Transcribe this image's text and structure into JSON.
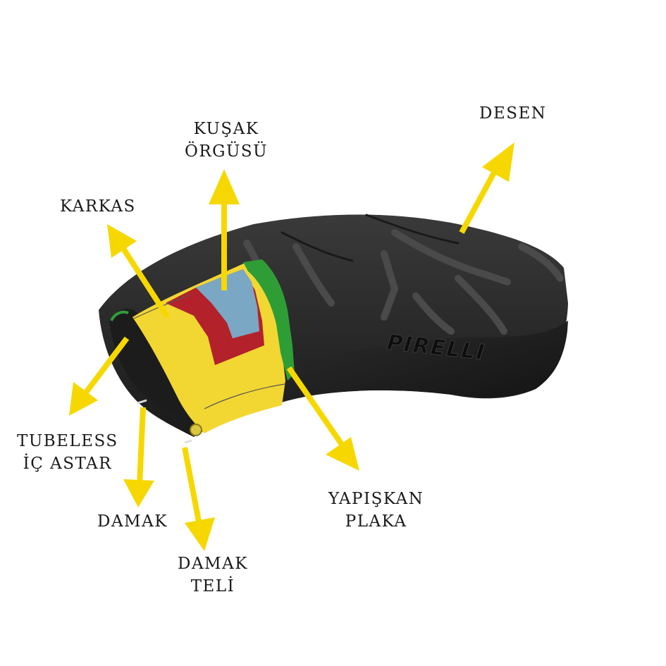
{
  "brand": "PIRELLI",
  "colors": {
    "arrow": "#f6d800",
    "tread": "#262626",
    "carcass": "#f2d733",
    "belt_red": "#b3222b",
    "belt_blue": "#7aa7c3",
    "cap_green": "#2f9d36",
    "liner": "#232323",
    "bead_wire": "#d9c63c"
  },
  "labels": {
    "desen": "DESEN",
    "kusak_line1": "KUŞAK",
    "kusak_line2": "ÖRGÜSÜ",
    "karkas": "KARKAS",
    "tubeless_line1": "TUBELESS",
    "tubeless_line2": "İÇ ASTAR",
    "damak": "DAMAK",
    "damak_teli_line1": "DAMAK",
    "damak_teli_line2": "TELİ",
    "yapiskan_line1": "YAPIŞKAN",
    "yapiskan_line2": "PLAKA"
  }
}
